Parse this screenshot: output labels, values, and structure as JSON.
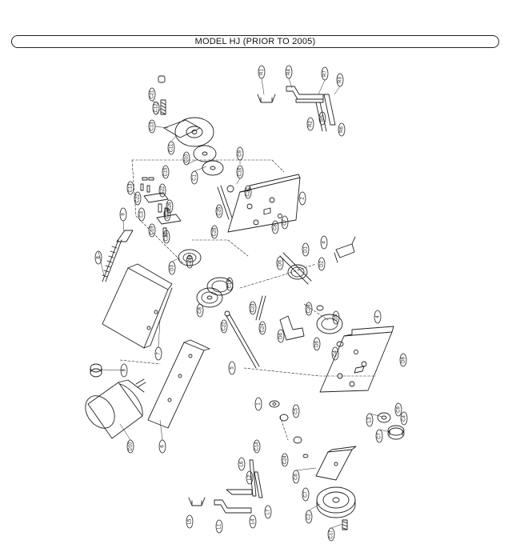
{
  "title": "MODEL HJ (PRIOR TO 2005)",
  "colors": {
    "ink": "#222222",
    "background": "#ffffff"
  },
  "callouts": [
    "C21",
    "C12",
    "C13",
    "C11",
    "C10",
    "C1",
    "C9",
    "R1",
    "R4",
    "R7",
    "R3",
    "R2",
    "R5",
    "R6",
    "C15",
    "C22",
    "C13",
    "C22",
    "C3",
    "C26",
    "C18",
    "C19",
    "C20",
    "C16",
    "C25",
    "C28",
    "C20",
    "2",
    "C8",
    "C7",
    "9",
    "8",
    "D3",
    "C24",
    "C19",
    "4",
    "D1",
    "D2",
    "D6",
    "7",
    "C8",
    "D5",
    "C23",
    "C22",
    "C24",
    "C23",
    "D6",
    "D6",
    "4",
    "3",
    "5",
    "C4",
    "D8",
    "D10",
    "6",
    "1",
    "C5",
    "C24",
    "C6",
    "C7",
    "C2",
    "C17",
    "C14",
    "L6",
    "L2",
    "L5",
    "L1",
    "L4",
    "L7",
    "L3",
    "C9",
    "C4",
    "C7",
    "C6"
  ]
}
